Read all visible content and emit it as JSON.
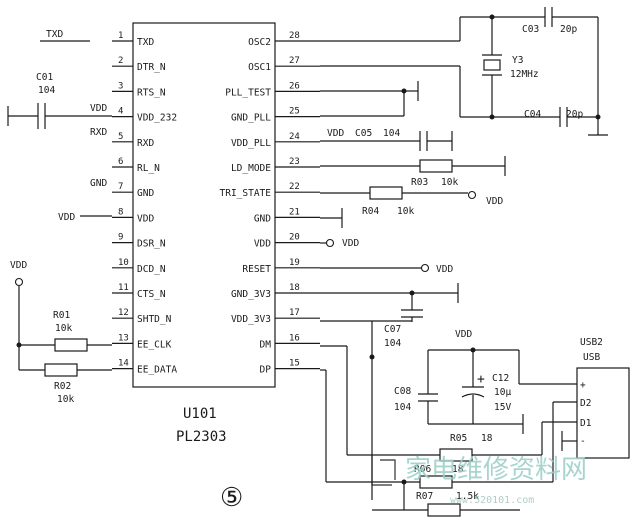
{
  "ic": {
    "ref": "U101",
    "part": "PL2303",
    "left_pins": [
      {
        "num": "1",
        "name": "TXD"
      },
      {
        "num": "2",
        "name": "DTR_N"
      },
      {
        "num": "3",
        "name": "RTS_N"
      },
      {
        "num": "4",
        "name": "VDD_232"
      },
      {
        "num": "5",
        "name": "RXD"
      },
      {
        "num": "6",
        "name": "RL_N"
      },
      {
        "num": "7",
        "name": "GND"
      },
      {
        "num": "8",
        "name": "VDD"
      },
      {
        "num": "9",
        "name": "DSR_N"
      },
      {
        "num": "10",
        "name": "DCD_N"
      },
      {
        "num": "11",
        "name": "CTS_N"
      },
      {
        "num": "12",
        "name": "SHTD_N"
      },
      {
        "num": "13",
        "name": "EE_CLK"
      },
      {
        "num": "14",
        "name": "EE_DATA"
      }
    ],
    "right_pins": [
      {
        "num": "28",
        "name": "OSC2"
      },
      {
        "num": "27",
        "name": "OSC1"
      },
      {
        "num": "26",
        "name": "PLL_TEST"
      },
      {
        "num": "25",
        "name": "GND_PLL"
      },
      {
        "num": "24",
        "name": "VDD_PLL"
      },
      {
        "num": "23",
        "name": "LD_MODE"
      },
      {
        "num": "22",
        "name": "TRI_STATE"
      },
      {
        "num": "21",
        "name": "GND"
      },
      {
        "num": "20",
        "name": "VDD"
      },
      {
        "num": "19",
        "name": "RESET"
      },
      {
        "num": "18",
        "name": "GND_3V3"
      },
      {
        "num": "17",
        "name": "VDD_3V3"
      },
      {
        "num": "16",
        "name": "DM"
      },
      {
        "num": "15",
        "name": "DP"
      }
    ]
  },
  "left_nets": {
    "txd": "TXD",
    "vdd4": "VDD",
    "rxd": "RXD",
    "gnd7": "GND",
    "vdd8": "VDD",
    "vdd_top": "VDD"
  },
  "components": {
    "c01": {
      "ref": "C01",
      "value": "104"
    },
    "c03": {
      "ref": "C03",
      "value": "20p"
    },
    "c04": {
      "ref": "C04",
      "value": "20p"
    },
    "y3": {
      "ref": "Y3",
      "value": "12MHz"
    },
    "c05": {
      "vdd": "VDD",
      "ref": "C05",
      "value": "104"
    },
    "r03": {
      "ref": "R03",
      "value": "10k"
    },
    "r04": {
      "ref": "R04",
      "value": "10k"
    },
    "c07": {
      "ref": "C07",
      "value": "104"
    },
    "c08": {
      "ref": "C08",
      "value": "104"
    },
    "c12": {
      "ref": "C12",
      "value": "10µ",
      "voltage": "15V",
      "plus": "+"
    },
    "r05": {
      "ref": "R05",
      "value": "18"
    },
    "r06": {
      "ref": "R06",
      "value": "18"
    },
    "r07": {
      "ref": "R07",
      "value": "1.5k"
    },
    "r01": {
      "ref": "R01",
      "value": "10k"
    },
    "r02": {
      "ref": "R02",
      "value": "10k"
    }
  },
  "nets_right": {
    "vdd_r04": "VDD",
    "vdd_pin20": "VDD",
    "vdd_reset": "VDD",
    "vdd_c12": "VDD"
  },
  "usb": {
    "ref": "USB2",
    "label": "USB",
    "pins": [
      "+",
      "D2",
      "D1",
      "-"
    ]
  },
  "figure_marker": "⑤",
  "watermark": {
    "text": "家电维修资料网",
    "url": "www.520101.com"
  }
}
